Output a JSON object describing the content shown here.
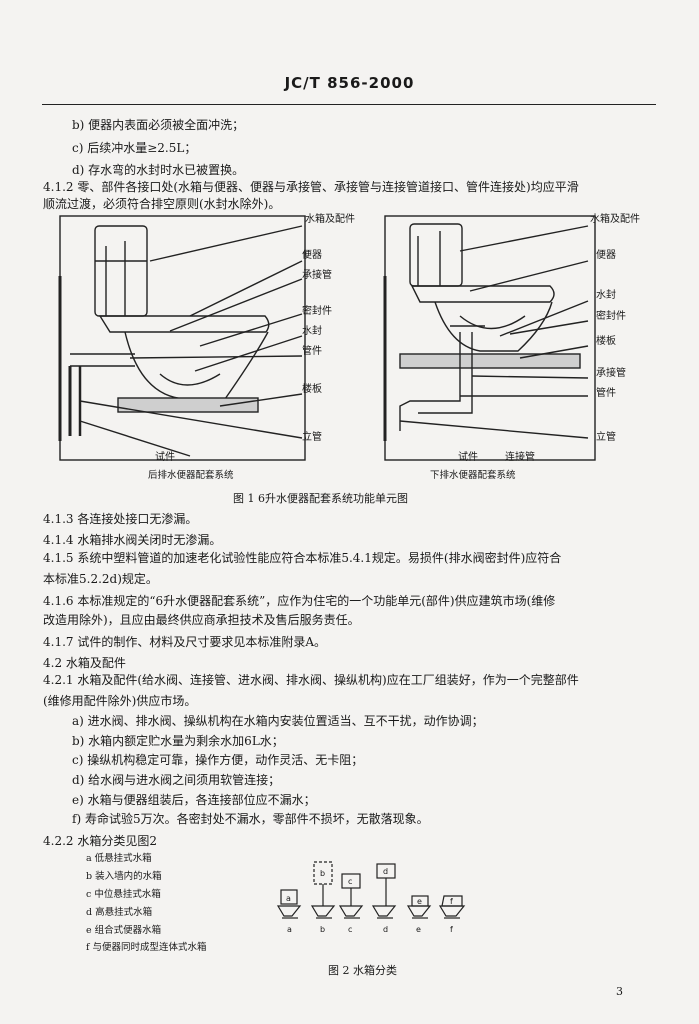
{
  "header": {
    "standard_no": "JC/T 856-2000"
  },
  "lines": {
    "l1": "b) 便器内表面必须被全面冲洗；",
    "l2": "c) 后续冲水量≥2.5L；",
    "l3": "d) 存水弯的水封时水已被置换。",
    "l4": "4.1.2 零、部件各接口处(水箱与便器、便器与承接管、承接管与连接管道接口、管件连接处)均应平滑",
    "l5": "顺流过渡，必须符合排空原则(水封水除外)。",
    "l6": "4.1.3 各连接处接口无渗漏。",
    "l7": "4.1.4 水箱排水阀关闭时无渗漏。",
    "l8": "4.1.5 系统中塑料管道的加速老化试验性能应符合本标准5.4.1规定。易损件(排水阀密封件)应符合",
    "l9": "本标准5.2.2d)规定。",
    "l10": "4.1.6 本标准规定的“6升水便器配套系统”，应作为住宅的一个功能单元(部件)供应建筑市场(维修",
    "l11": "改造用除外)，且应由最终供应商承担技术及售后服务责任。",
    "l12": "4.1.7 试件的制作、材料及尺寸要求见本标准附录A。",
    "l13": "4.2 水箱及配件",
    "l14": "4.2.1 水箱及配件(给水阀、连接管、进水阀、排水阀、操纵机构)应在工厂组装好，作为一个完整部件",
    "l15": "(维修用配件除外)供应市场。",
    "l16": "a) 进水阀、排水阀、操纵机构在水箱内安装位置适当、互不干扰，动作协调；",
    "l17": "b) 水箱内额定贮水量为剩余水加6L水；",
    "l18": "c) 操纵机构稳定可靠，操作方便，动作灵活、无卡阻；",
    "l19": "d) 给水阀与进水阀之间须用软管连接；",
    "l20": "e) 水箱与便器组装后，各连接部位应不漏水；",
    "l21": "f) 寿命试验5万次。各密封处不漏水，零部件不损坏，无散落现象。",
    "l22": "4.2.2 水箱分类见图2"
  },
  "figure1": {
    "caption": "图 1  6升水便器配套系统功能单元图",
    "left_title": "后排水便器配套系统",
    "right_title": "下排水便器配套系统",
    "left_labels": [
      "水箱及配件",
      "便器",
      "承接管",
      "密封件",
      "水封",
      "管件",
      "楼板",
      "立管",
      "试件"
    ],
    "right_labels": [
      "水箱及配件",
      "便器",
      "水封",
      "密封件",
      "楼板",
      "承接管",
      "管件",
      "立管",
      "试件",
      "连接管"
    ]
  },
  "figure2": {
    "legend": [
      "a 低悬挂式水箱",
      "b 装入墙内的水箱",
      "c 中位悬挂式水箱",
      "d 高悬挂式水箱",
      "e 组合式便器水箱",
      "f 与便器同时成型连体式水箱"
    ],
    "box_letters": [
      "a",
      "b",
      "c",
      "d",
      "e",
      "f"
    ],
    "under_letters": [
      "a",
      "b",
      "c",
      "d",
      "e",
      "f"
    ],
    "caption": "图 2  水箱分类"
  },
  "page_number": "3"
}
